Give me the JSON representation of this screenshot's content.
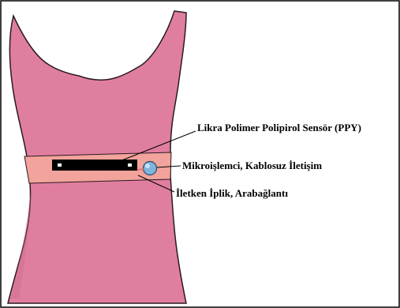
{
  "diagram": {
    "labels": {
      "sensor": "Likra Polimer Polipirol Sensör (PPY)",
      "microprocessor": "Mikroişlemci, Kablosuz İletişim",
      "conductive_yarn": "İletken İplik, Arabağlantı"
    },
    "colors": {
      "garment": "#e07ea0",
      "garment_outline": "#2a1a20",
      "band": "#f2a39b",
      "sensor": "#000000",
      "microprocessor": "#7fb4de",
      "yarn": "#e86a62",
      "frame": "#000000"
    }
  }
}
